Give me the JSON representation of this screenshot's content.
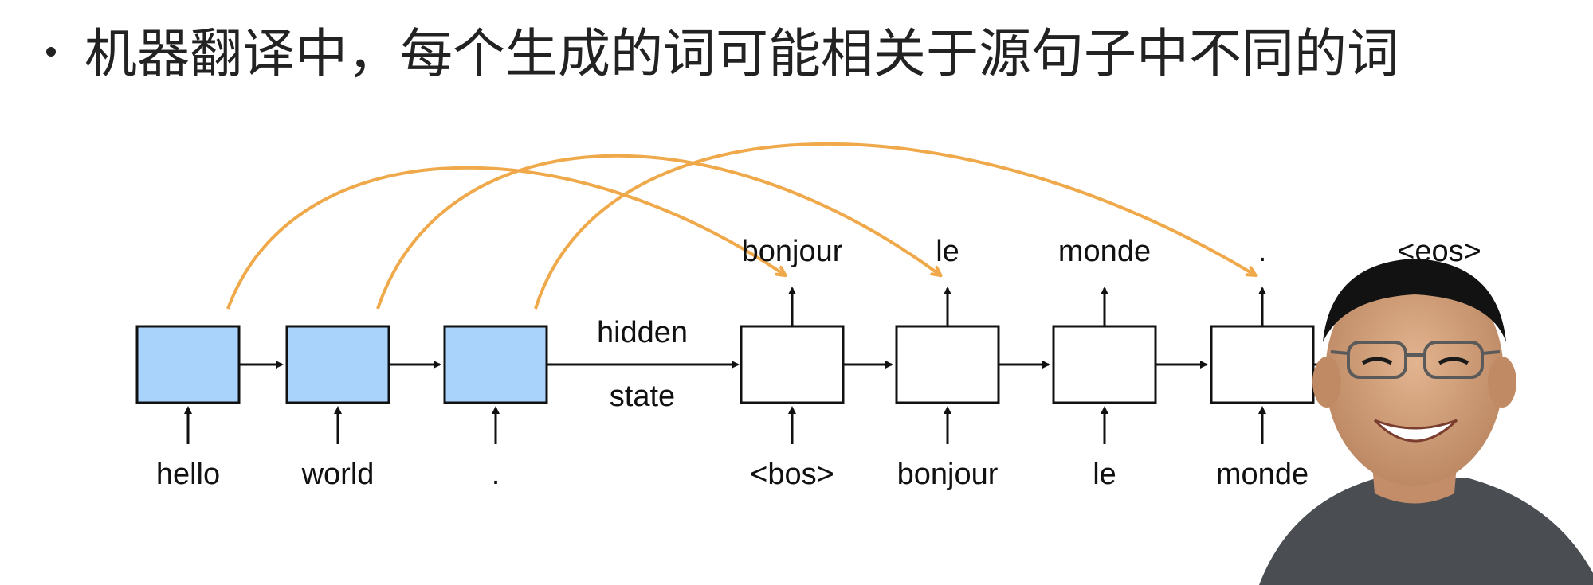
{
  "slide": {
    "bullet_text": "机器翻译中，每个生成的词可能相关于源句子中不同的词"
  },
  "diagram": {
    "encoder_inputs": [
      "hello",
      "world",
      "."
    ],
    "decoder_inputs": [
      "<bos>",
      "bonjour",
      "le",
      "monde",
      "."
    ],
    "decoder_outputs": [
      "bonjour",
      "le",
      "monde",
      ".",
      "<eos>"
    ],
    "hidden_label_line1": "hidden",
    "hidden_label_line2": "state",
    "attention_links": [
      {
        "from_encoder": 0,
        "to_decoder": 0
      },
      {
        "from_encoder": 1,
        "to_decoder": 1
      },
      {
        "from_encoder": 2,
        "to_decoder": 3
      }
    ]
  },
  "colors": {
    "encoder_fill": "#a9d3fa",
    "decoder_fill": "#ffffff",
    "attention_arc": "#f0a94a",
    "stroke": "#111111"
  },
  "presenter": {
    "icon": "presenter-video-overlay"
  }
}
